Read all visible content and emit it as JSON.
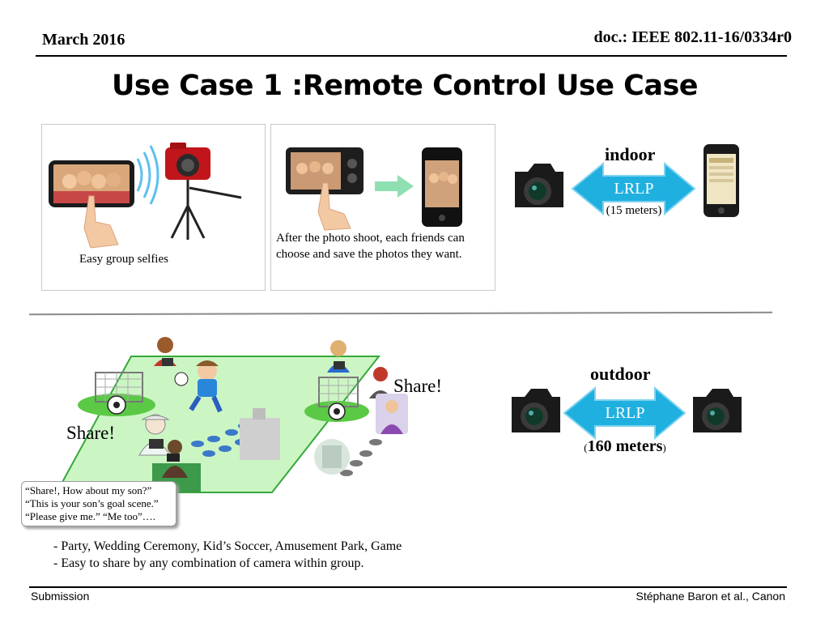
{
  "header": {
    "date": "March 2016",
    "doc": "doc.: IEEE 802.11-16/0334r0"
  },
  "title": "Use Case 1 :Remote Control Use Case",
  "panel1": {
    "caption": "Easy group selfies"
  },
  "panel2": {
    "caption": "After the photo shoot, each friends can choose and save the photos they want."
  },
  "indoor": {
    "label": "indoor",
    "arrow": "LRLP",
    "distance": "(15 meters)"
  },
  "outdoor": {
    "label": "outdoor",
    "arrow": "LRLP",
    "distance_open": "(",
    "distance_value": "160 meters",
    "distance_close": ")"
  },
  "scene": {
    "share_right": "Share!",
    "share_left": "Share!",
    "callout": [
      "“Share!, How about my son?”",
      "“This is your son’s goal scene.”",
      "“Please give me.” “Me too”…."
    ]
  },
  "bullets": [
    "- Party, Wedding Ceremony, Kid’s Soccer, Amusement Park, Game",
    "- Easy to share by any combination of camera within group."
  ],
  "footer": {
    "left": "Submission",
    "right": "Stéphane Baron et al., Canon"
  },
  "colors": {
    "arrow_fill": "#1fb0e0",
    "arrow_stroke": "#7fd3ef",
    "field_green": "#ccf5c4",
    "field_stroke": "#35a83a",
    "callout_shadow": "#a0a0a0"
  }
}
